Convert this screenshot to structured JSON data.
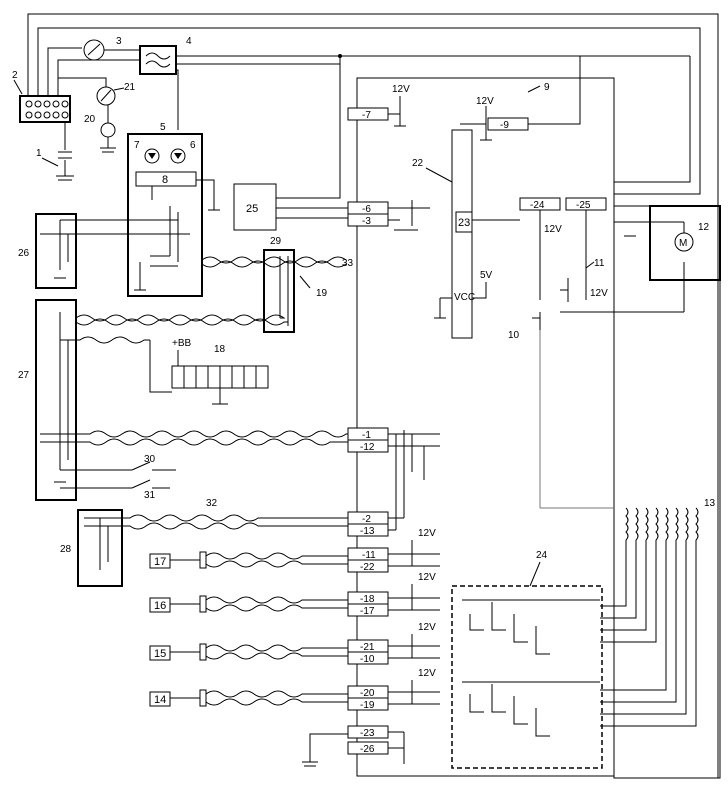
{
  "callouts": [
    "1",
    "2",
    "3",
    "4",
    "5",
    "6",
    "7",
    "8",
    "9",
    "10",
    "11",
    "12",
    "13",
    "14",
    "15",
    "16",
    "17",
    "18",
    "19",
    "20",
    "21",
    "22",
    "23",
    "24",
    "25",
    "26",
    "27",
    "28",
    "29",
    "30",
    "31",
    "32",
    "33"
  ],
  "ecu_pins": {
    "p7": "-7",
    "p6": "-6",
    "p3": "-3",
    "p1": "-1",
    "p12": "-12",
    "p2": "-2",
    "p13": "-13",
    "p11": "-11",
    "p22": "-22",
    "p18": "-18",
    "p17": "-17",
    "p21": "-21",
    "p10": "-10",
    "p20": "-20",
    "p19": "-19",
    "p23": "-23",
    "p26": "-26",
    "p9": "-9",
    "p24": "-24",
    "p25": "-25"
  },
  "supply_labels": {
    "v12": "12V",
    "v5": "5V",
    "vcc": "VCC",
    "bb": "+BB"
  },
  "boxes": {
    "b8": "8",
    "b23": "23",
    "b25": "25",
    "m17": "17",
    "m16": "16",
    "m15": "15",
    "m14": "14"
  },
  "motor_symbol": "M"
}
